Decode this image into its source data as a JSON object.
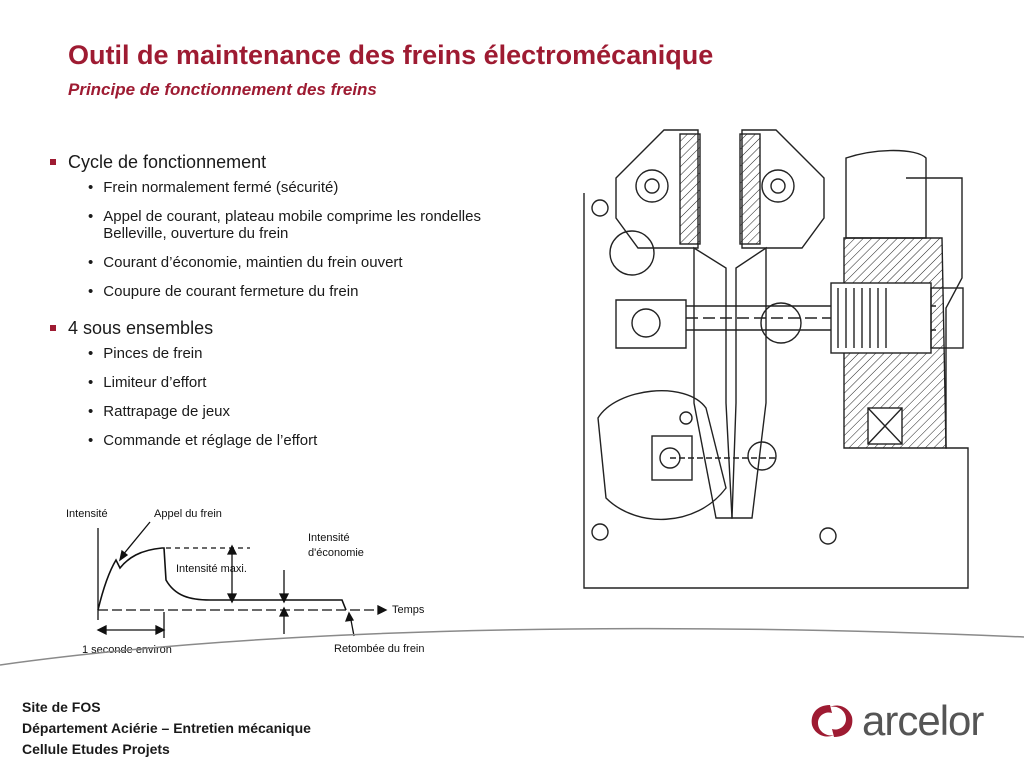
{
  "header": {
    "title": "Outil de maintenance des freins électromécanique",
    "subtitle": "Principe de fonctionnement des freins"
  },
  "sections": [
    {
      "heading": "Cycle de fonctionnement",
      "items": [
        "Frein normalement fermé (sécurité)",
        "Appel de courant, plateau mobile comprime les rondelles Belleville, ouverture du frein",
        "Courant d’économie, maintien du frein ouvert",
        "Coupure de courant fermeture du frein"
      ]
    },
    {
      "heading": "4 sous ensembles",
      "items": [
        "Pinces de frein",
        "Limiteur d’effort",
        "Rattrapage de jeux",
        "Commande et réglage de l’effort"
      ]
    }
  ],
  "graph": {
    "y_axis": "Intensité",
    "x_axis": "Temps",
    "label_appel": "Appel du frein",
    "label_max": "Intensité maxi.",
    "label_eco_1": "Intensité",
    "label_eco_2": "d'économie",
    "label_duration": "1 seconde environ",
    "label_retombee": "Retombée du frein"
  },
  "footer": {
    "line1": "Site de FOS",
    "line2": "Département Aciérie – Entretien mécanique",
    "line3": "Cellule Etudes Projets"
  },
  "logo": {
    "text": "arcelor",
    "icon": "arcelor-swirl-icon"
  },
  "colors": {
    "accent": "#9e1b32",
    "logo_grey": "#555555"
  }
}
